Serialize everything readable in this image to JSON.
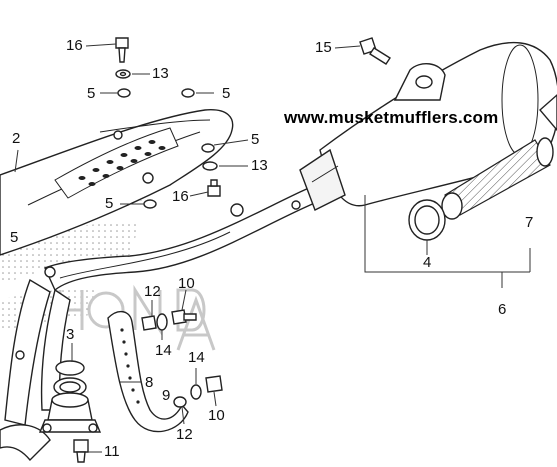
{
  "watermark": "www.musketmufflers.com",
  "callouts": {
    "c16a": "16",
    "c15": "15",
    "c13a": "13",
    "c5a": "5",
    "c5b": "5",
    "c2": "2",
    "c5c": "5",
    "c13b": "13",
    "c16b": "16",
    "c5d": "5",
    "c5e": "5",
    "c4": "4",
    "c7": "7",
    "c6": "6",
    "c12a": "12",
    "c10a": "10",
    "c3": "3",
    "c14a": "14",
    "c8": "8",
    "c14b": "14",
    "c9": "9",
    "c12b": "12",
    "c10b": "10",
    "c11": "11"
  },
  "colors": {
    "line": "#222222",
    "background": "#ffffff",
    "brand_shadow": "#cfcfcf"
  }
}
